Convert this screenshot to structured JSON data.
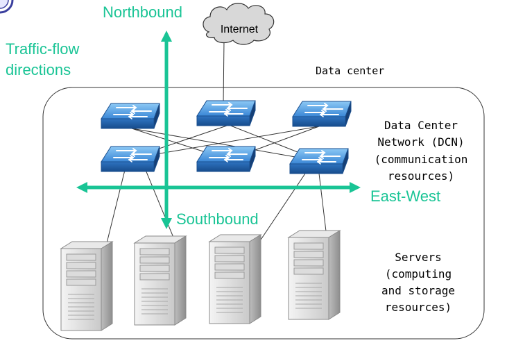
{
  "labels": {
    "northbound": "Northbound",
    "southbound": "Southbound",
    "east_west": "East-West",
    "traffic_flow_line1": "Traffic-flow",
    "traffic_flow_line2": "directions",
    "internet": "Internet",
    "data_center": "Data center",
    "dcn": [
      "Data Center",
      "Network (DCN)",
      "(communication",
      "resources)"
    ],
    "servers": [
      "Servers",
      "(computing",
      "and storage",
      "resources)"
    ]
  },
  "colors": {
    "arrow": "#19c495",
    "switch_top": "#5aa6e8",
    "switch_side": "#1f5fa8",
    "server_body": "#d9d9d9",
    "cloud": "#d8d8d8"
  },
  "icons": {
    "switch": "network-switch-icon",
    "server": "tower-server-icon",
    "cloud": "internet-cloud-icon",
    "logo": "university-seal-icon"
  }
}
